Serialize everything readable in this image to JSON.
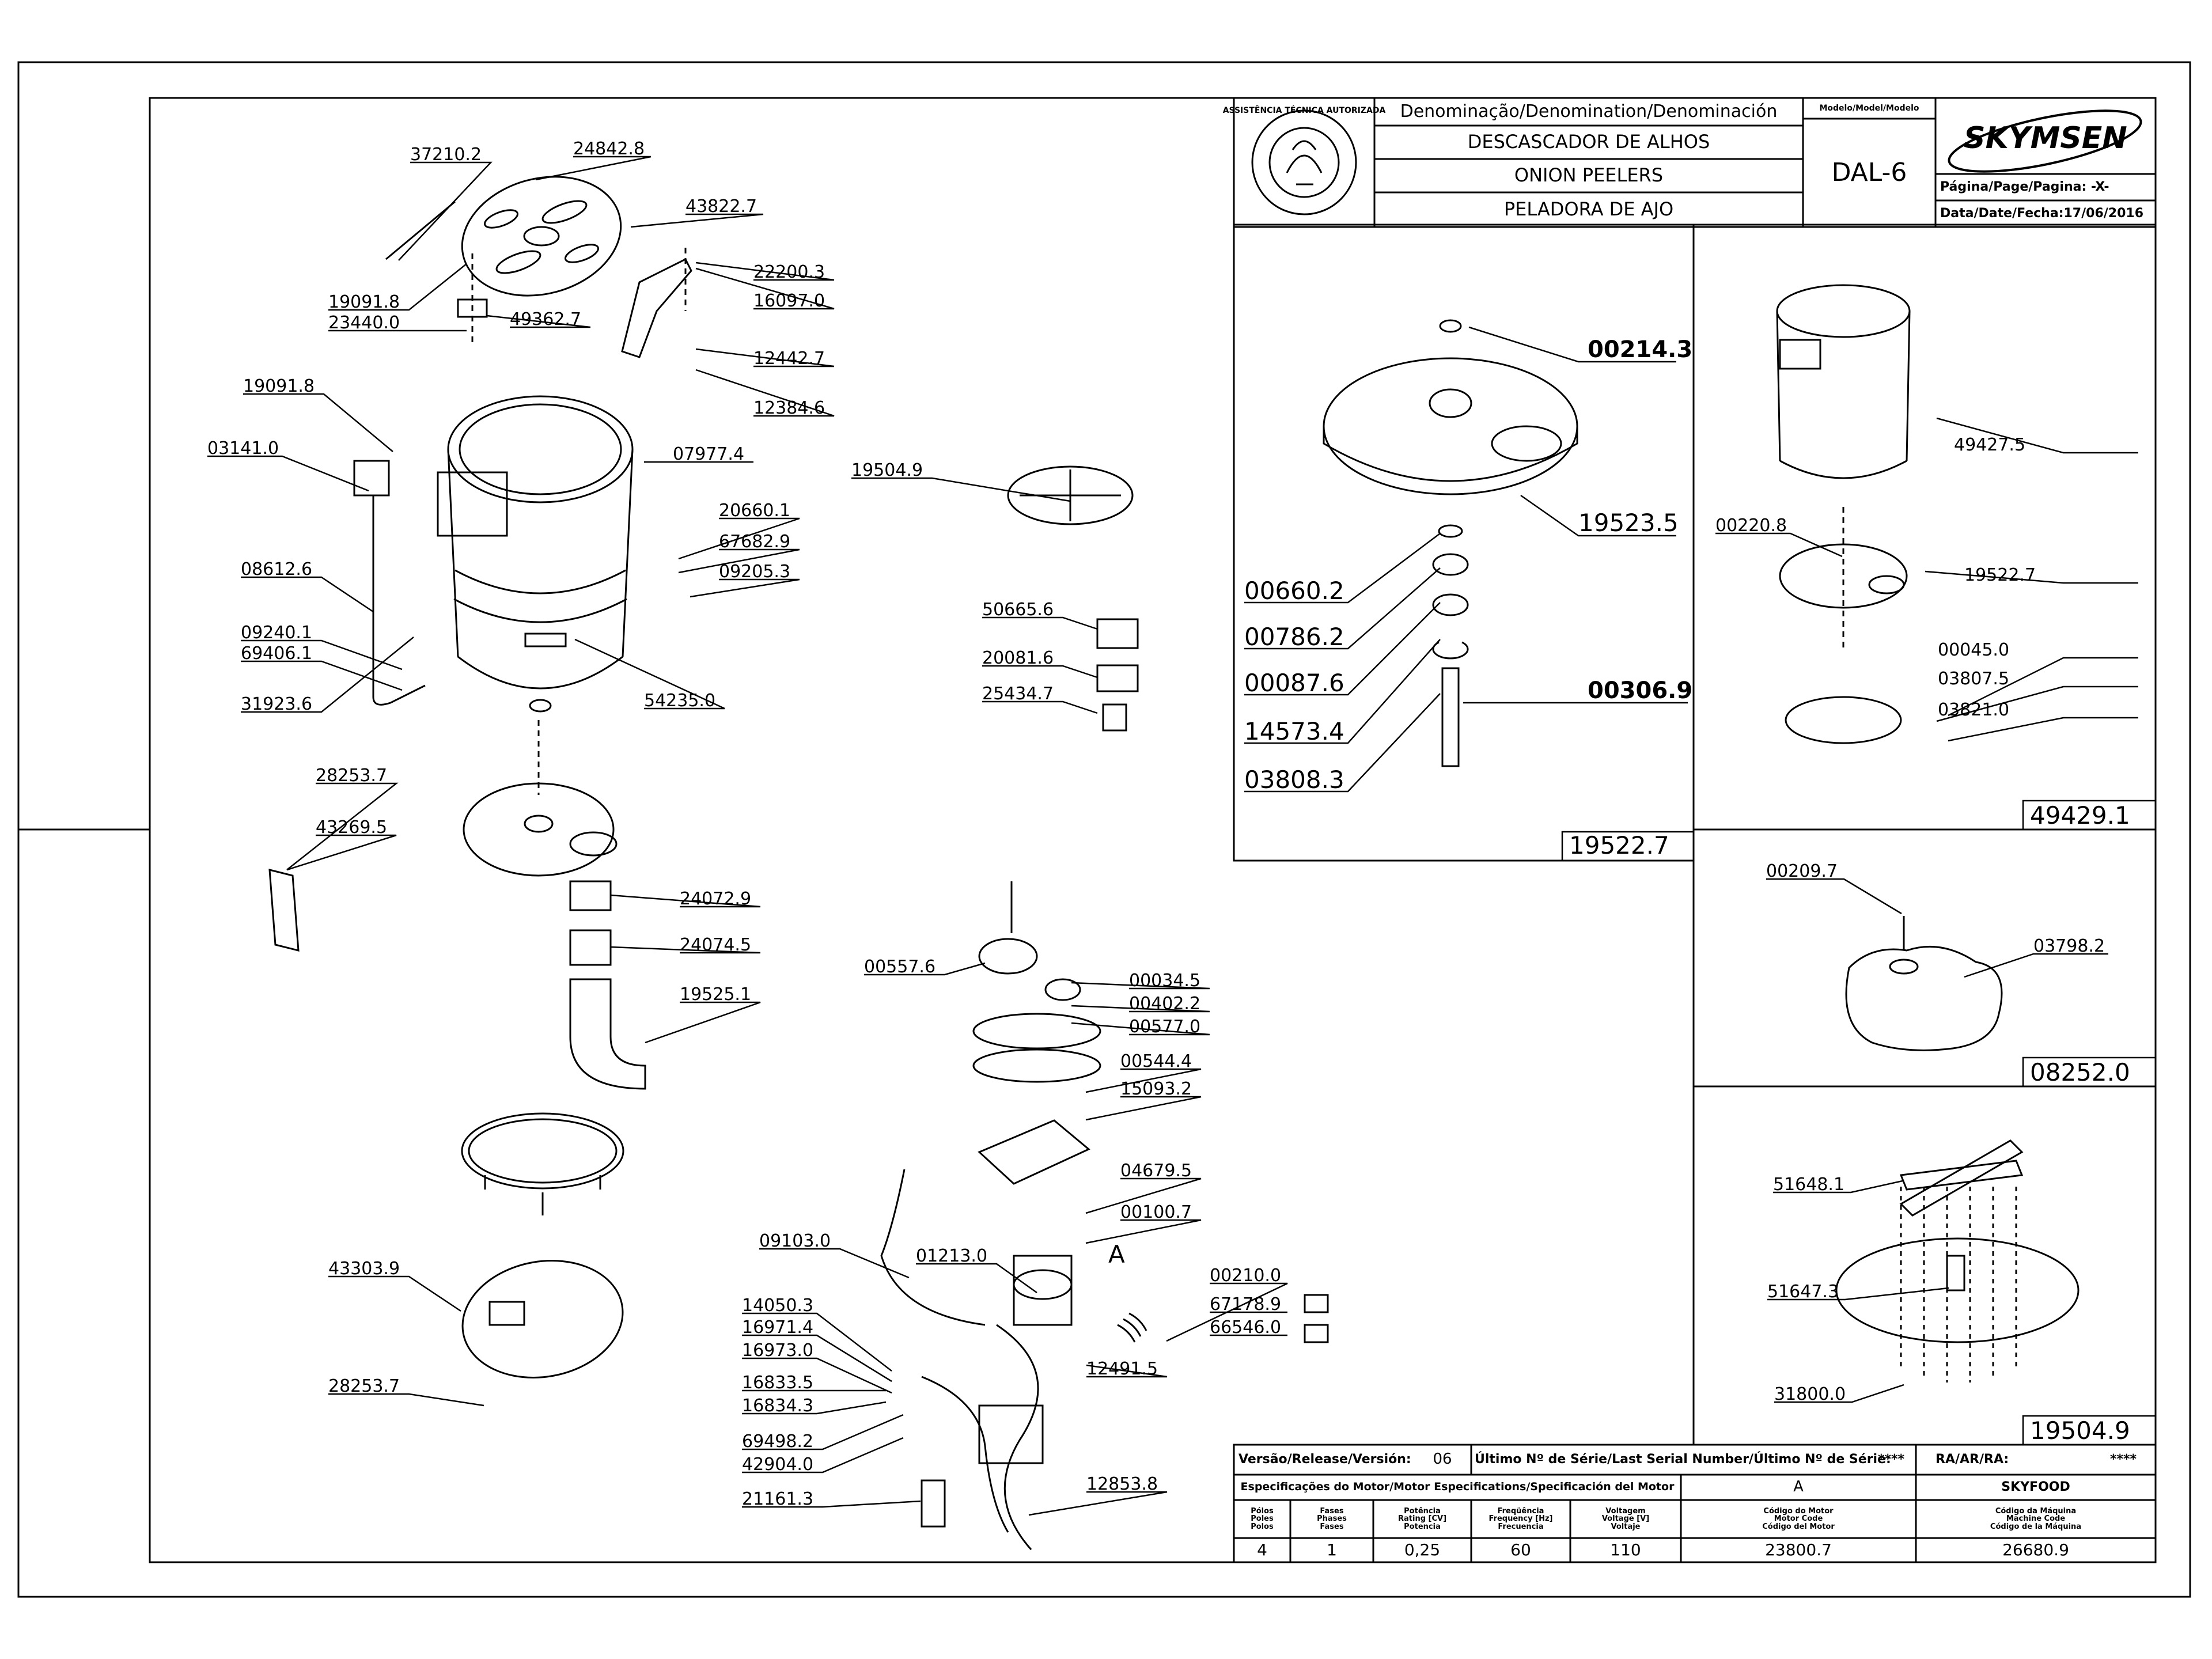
{
  "title_block": {
    "denomination_header": "Denominação/Denomination/Denominación",
    "model_header": "Modelo/Model/Modelo",
    "names": [
      "DESCASCADOR DE ALHOS",
      "ONION PEELERS",
      "PELADORA DE AJO"
    ],
    "model": "DAL-6",
    "brand": "SKYMSEN",
    "page_label": "Página/Page/Pagina: -X-",
    "date_label": "Data/Date/Fecha:17/06/2016",
    "seal_text": "ASSISTÊNCIA TÉCNICA AUTORIZADA"
  },
  "motor_block": {
    "version_label": "Versão/Release/Versión:",
    "version_value": "06",
    "serial_label": "Último Nº de Série/Last Serial Number/Último Nº de Série:",
    "serial_value": "****",
    "ra_label": "RA/AR/RA:",
    "ra_value": "****",
    "spec_label": "Especificações do Motor/Motor Especifications/Specificación del Motor",
    "spec_code": "A",
    "spec_brand": "SKYFOOD",
    "col_poles": [
      "Pólos",
      "Poles",
      "Polos"
    ],
    "col_phases": [
      "Fases",
      "Phases",
      "Fases"
    ],
    "col_power": [
      "Potência",
      "Rating [CV]",
      "Potencia"
    ],
    "col_freq": [
      "Freqüência",
      "Frequency [Hz]",
      "Frecuencia"
    ],
    "col_volt": [
      "Voltagem",
      "Voltage [V]",
      "Voltaje"
    ],
    "col_motor": [
      "Código do Motor",
      "Motor Code",
      "Código del Motor"
    ],
    "col_machine": [
      "Código da Máquina",
      "Machine Code",
      "Código de la Máquina"
    ],
    "poles": "4",
    "phases": "1",
    "power": "0,25",
    "frequency": "60",
    "voltage": "110",
    "motor_code": "23800.7",
    "machine_code": "26680.9"
  },
  "part_labels": [
    "37210.2",
    "24842.8",
    "43822.7",
    "22200.3",
    "16097.0",
    "19091.8",
    "23440.0",
    "49362.7",
    "12442.7",
    "12384.6",
    "19091.8",
    "03141.0",
    "07977.4",
    "20660.1",
    "67682.9",
    "09205.3",
    "08612.6",
    "09240.1",
    "69406.1",
    "31923.6",
    "54235.0",
    "28253.7",
    "43269.5",
    "24072.9",
    "24074.5",
    "19525.1",
    "43303.9",
    "28253.7",
    "19504.9",
    "50665.6",
    "20081.6",
    "25434.7",
    "00557.6",
    "00034.5",
    "00402.2",
    "00577.0",
    "00544.4",
    "15093.2",
    "04679.5",
    "00100.7",
    "09103.0",
    "01213.0",
    "A",
    "00210.0",
    "67178.9",
    "66546.0",
    "14050.3",
    "16971.4",
    "16973.0",
    "16833.5",
    "16834.3",
    "12491.5",
    "69498.2",
    "42904.0",
    "21161.3",
    "12853.8",
    "00214.3",
    "19523.5",
    "00660.2",
    "00786.2",
    "00087.6",
    "00306.9",
    "14573.4",
    "03808.3",
    "19522.7",
    "49427.5",
    "00220.8",
    "19522.7",
    "00045.0",
    "03807.5",
    "03821.0",
    "49429.1",
    "00209.7",
    "03798.2",
    "08252.0",
    "51648.1",
    "51647.3",
    "31800.0",
    "19504.9"
  ]
}
